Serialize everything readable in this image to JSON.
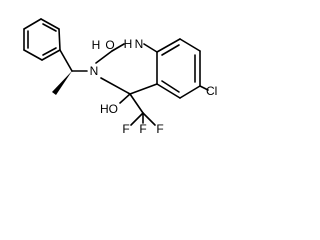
{
  "molecule": {
    "atoms": {
      "oh2": "O",
      "h2": "H",
      "n1_h": "H",
      "n1": "N",
      "n3": "N",
      "cl": "Cl",
      "oh4_h": "HO",
      "f_a": "F",
      "f_b": "F",
      "f_c": "F"
    }
  },
  "colors": {
    "bond": "#000000",
    "label": "#000000",
    "background": "#ffffff"
  }
}
